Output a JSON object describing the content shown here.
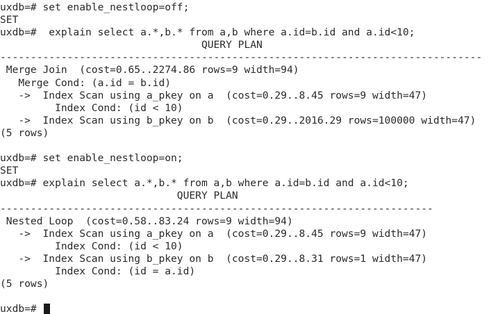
{
  "terminal": {
    "lines": [
      "uxdb=# set enable_nestloop=off;",
      "SET",
      "uxdb=#  explain select a.*,b.* from a,b where a.id=b.id and a.id<10;",
      "                                 QUERY PLAN",
      "-------------------------------------------------------------------------------",
      " Merge Join  (cost=0.65..2274.86 rows=9 width=94)",
      "   Merge Cond: (a.id = b.id)",
      "   ->  Index Scan using a_pkey on a  (cost=0.29..8.45 rows=9 width=47)",
      "         Index Cond: (id < 10)",
      "   ->  Index Scan using b_pkey on b  (cost=0.29..2016.29 rows=100000 width=47)",
      "(5 rows)",
      "",
      "uxdb=# set enable_nestloop=on;",
      "SET",
      "uxdb=# explain select a.*,b.* from a,b where a.id=b.id and a.id<10;",
      "                             QUERY PLAN",
      "-----------------------------------------------------------------------",
      " Nested Loop  (cost=0.58..83.24 rows=9 width=94)",
      "   ->  Index Scan using a_pkey on a  (cost=0.29..8.45 rows=9 width=47)",
      "         Index Cond: (id < 10)",
      "   ->  Index Scan using b_pkey on b  (cost=0.29..8.31 rows=1 width=47)",
      "         Index Cond: (id = a.id)",
      "(5 rows)",
      ""
    ],
    "prompt": "uxdb=# "
  },
  "colors": {
    "background": "#ffffff",
    "text": "#2b2b2b",
    "cursor": "#1a1a1a"
  }
}
